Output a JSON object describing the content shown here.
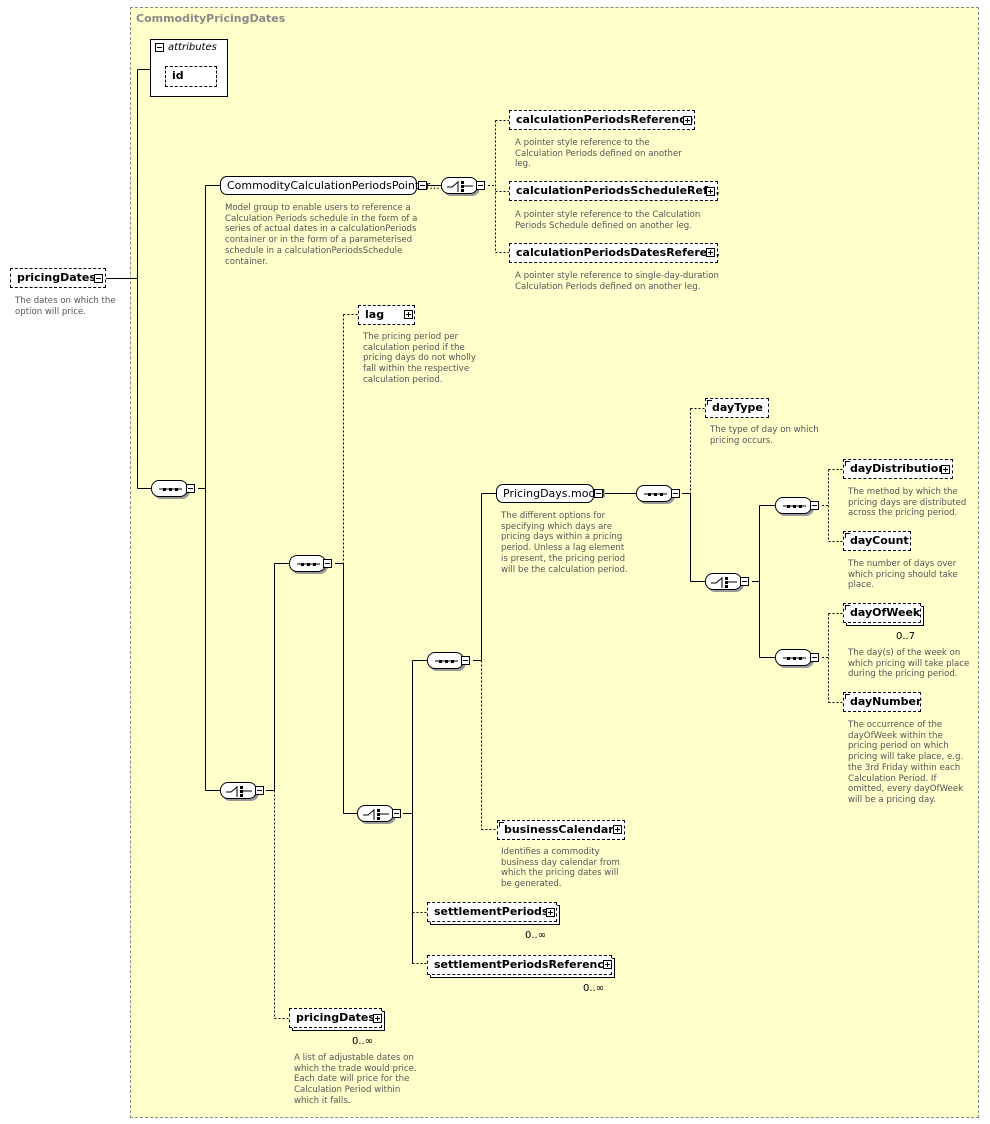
{
  "group": {
    "title": "CommodityPricingDates"
  },
  "attributes": {
    "label": "attributes",
    "id": "id"
  },
  "root": {
    "name": "pricingDates",
    "desc": [
      "The dates on which the",
      "option will price."
    ]
  },
  "calc_group": {
    "name": "CommodityCalculationPeriodsPointer....",
    "desc": [
      "Model group to enable users to reference a",
      "Calculation Periods schedule in the form of a",
      "series of actual dates in a calculationPeriods",
      "container or in the form of a parameterised",
      "schedule in a calculationPeriodsSchedule",
      "container."
    ]
  },
  "calc_ref": {
    "name": "calculationPeriodsReference",
    "desc": [
      "A pointer style reference to the",
      "Calculation Periods defined on another",
      "leg."
    ]
  },
  "calc_sched": {
    "name": "calculationPeriodsScheduleRef...",
    "desc": [
      "A pointer style reference to the Calculation",
      "Periods Schedule defined on another leg."
    ]
  },
  "calc_dates": {
    "name": "calculationPeriodsDatesRefere...",
    "desc": [
      "A pointer style reference to single-day-duration",
      "Calculation Periods defined on another leg."
    ]
  },
  "lag": {
    "name": "lag",
    "desc": [
      "The pricing period per",
      "calculation period if the",
      "pricing days do not wholly",
      "fall within the respective",
      "calculation period."
    ]
  },
  "pricing_model": {
    "name": "PricingDays.model",
    "desc": [
      "The different options for",
      "specifying which days are",
      "pricing days within a pricing",
      "period. Unless a lag element",
      "is present, the pricing period",
      "will be the calculation period."
    ]
  },
  "day_type": {
    "name": "dayType",
    "desc": [
      "The type of day on which",
      "pricing occurs."
    ]
  },
  "day_distribution": {
    "name": "dayDistribution",
    "desc": [
      "The method by which the",
      "pricing days are distributed",
      "across the pricing period."
    ]
  },
  "day_count": {
    "name": "dayCount",
    "desc": [
      "The number of days over",
      "which pricing should take",
      "place."
    ]
  },
  "day_of_week": {
    "name": "dayOfWeek",
    "card": "0..7",
    "desc": [
      "The day(s) of the week on",
      "which pricing will take place",
      "during the pricing period."
    ]
  },
  "day_number": {
    "name": "dayNumber",
    "desc": [
      "The occurrence of the",
      "dayOfWeek within the",
      "pricing period on which",
      "pricing will take place, e.g.",
      "the 3rd Friday within each",
      "Calculation Period. If",
      "omitted, every dayOfWeek",
      "will be a pricing day."
    ]
  },
  "business_calendar": {
    "name": "businessCalendar",
    "desc": [
      "Identifies a commodity",
      "business day calendar from",
      "which the pricing dates will",
      "be generated."
    ]
  },
  "settlement_periods": {
    "name": "settlementPeriods",
    "card": "0..∞"
  },
  "settlement_periods_ref": {
    "name": "settlementPeriodsReference",
    "card": "0..∞"
  },
  "pricing_dates_list": {
    "name": "pricingDates",
    "card": "0..∞",
    "desc": [
      "A list of adjustable dates on",
      "which the trade would price.",
      "Each date will price for the",
      "Calculation Period within",
      "which it falls."
    ]
  }
}
